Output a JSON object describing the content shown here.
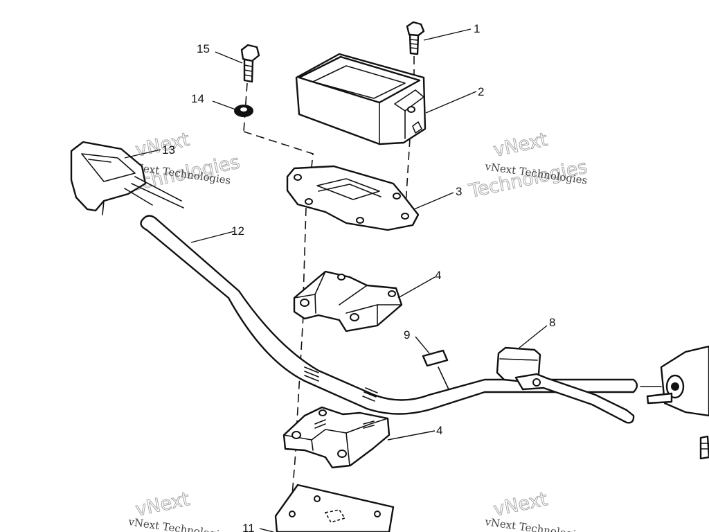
{
  "callouts": {
    "c1": "1",
    "c2": "2",
    "c3": "3",
    "c4a": "4",
    "c4b": "4",
    "c8": "8",
    "c9": "9",
    "c11": "11",
    "c12": "12",
    "c13": "13",
    "c14": "14",
    "c15": "15"
  },
  "watermark": {
    "line1": "vNext Technologies",
    "line2": "vNext",
    "line3": "Technologies"
  }
}
